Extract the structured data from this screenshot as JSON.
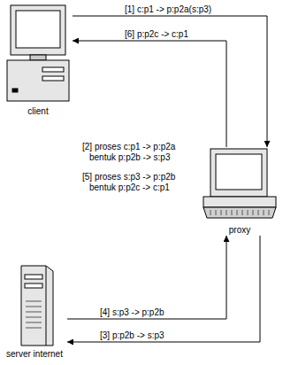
{
  "diagram": {
    "nodes": [
      {
        "text": [
          "client"
        ]
      },
      {
        "text": [
          "proxy"
        ]
      },
      {
        "text": [
          "server internet"
        ]
      }
    ],
    "edges": [
      {
        "from": 0,
        "to": 1,
        "arrow": "to",
        "label": "[1] c:p1 -> p:p2a(s:p3)"
      },
      {
        "from": 1,
        "to": 0,
        "arrow": "to",
        "label": "[6] p:p2c -> c:p1"
      },
      {
        "from": 1,
        "to": 2,
        "arrow": "to",
        "label": "[3] p:p2b -> s:p3"
      },
      {
        "from": 2,
        "to": 1,
        "arrow": "to",
        "label": "[4] s:p3 -> p:p2b"
      }
    ],
    "labels": [
      "[2] proses c:p1 -> p:p2a",
      "bentuk p:p2b -> s:p3",
      "[5] proses s:p3 -> p:p2b",
      "bentuk p:p2c -> c:p1"
    ]
  }
}
